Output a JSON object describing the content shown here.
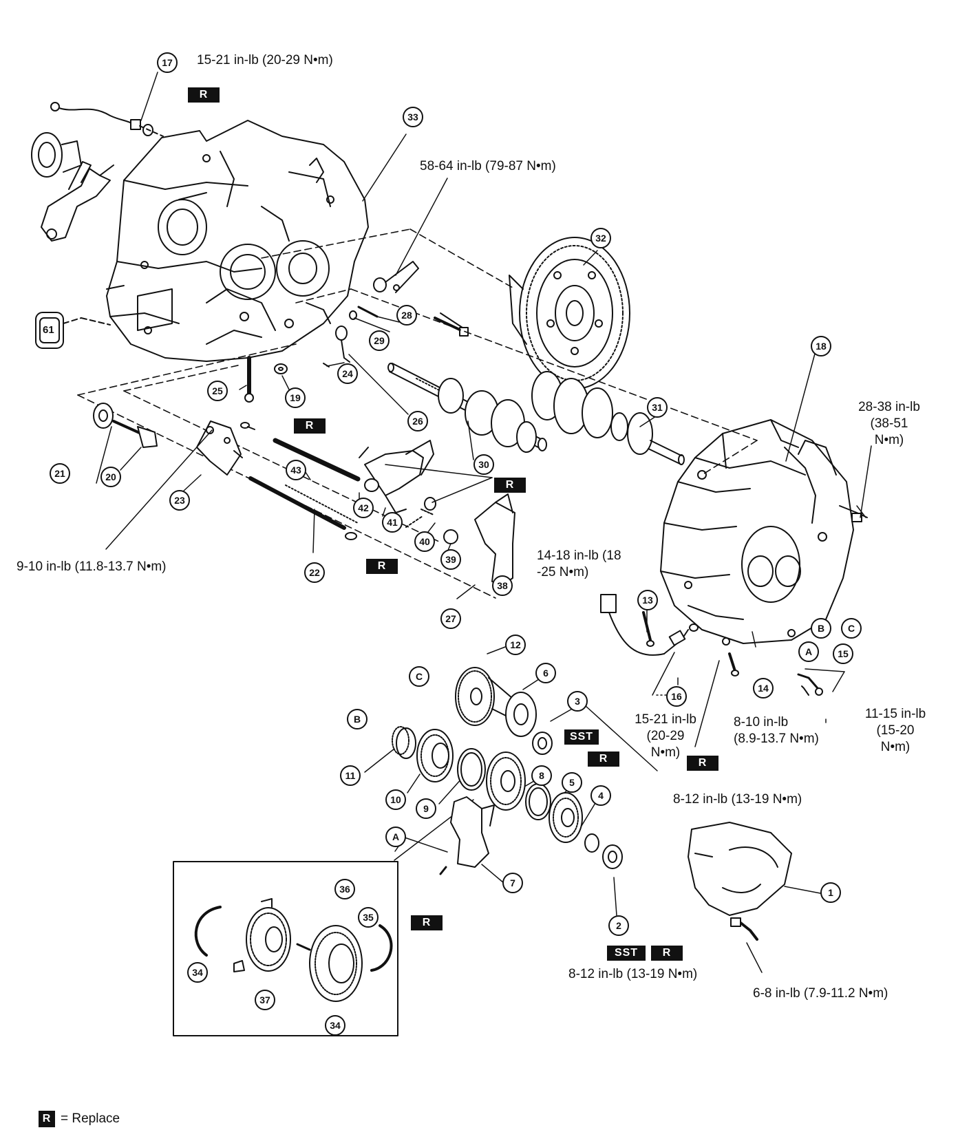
{
  "torque_specs": {
    "t17": "15-21 in-lb (20-29 N•m)",
    "t33": "58-64 in-lb (79-87 N•m)",
    "t18": [
      "28-38 in-lb",
      "(38-51",
      "N•m)"
    ],
    "t23": "9-10 in-lb (11.8-13.7 N•m)",
    "t38": [
      "14-18 in-lb (18",
      "-25 N•m)"
    ],
    "t16": [
      "15-21 in-lb",
      "(20-29",
      "N•m)"
    ],
    "t14": [
      "8-10 in-lb",
      "(8.9-13.7 N•m)"
    ],
    "t15": [
      "11-15 in-lb",
      "(15-20",
      "N•m)"
    ],
    "t3": "8-12 in-lb (13-19 N•m)",
    "t2": "8-12 in-lb (13-19 N•m)",
    "t1": "6-8 in-lb (7.9-11.2 N•m)"
  },
  "part_numbers": [
    "17",
    "33",
    "32",
    "18",
    "31",
    "28",
    "29",
    "24",
    "26",
    "25",
    "19",
    "21",
    "20",
    "23",
    "43",
    "42",
    "30",
    "41",
    "40",
    "39",
    "38",
    "22",
    "27",
    "13",
    "16",
    "14",
    "15",
    "12",
    "6",
    "3",
    "11",
    "10",
    "9",
    "8",
    "5",
    "4",
    "7",
    "2",
    "1",
    "36",
    "35",
    "34",
    "37",
    "34"
  ],
  "reference_letters": [
    "A",
    "B",
    "C",
    "C",
    "B",
    "A"
  ],
  "badges": {
    "replace": "R",
    "sst": "SST"
  },
  "connector_text": "61",
  "legend": {
    "symbol": "R",
    "text": "= Replace"
  },
  "colors": {
    "ink": "#111111",
    "paper": "#ffffff"
  }
}
